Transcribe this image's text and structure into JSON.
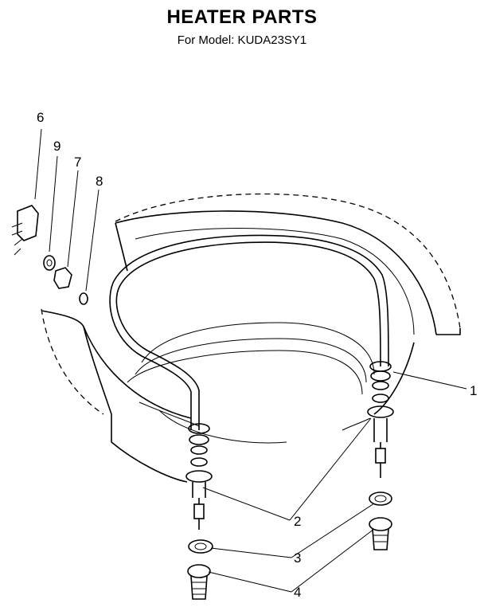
{
  "header": {
    "title": "HEATER PARTS",
    "subtitle": "For Model: KUDA23SY1"
  },
  "callouts": {
    "c1": "1",
    "c2": "2",
    "c3": "3",
    "c4": "4",
    "c6": "6",
    "c7": "7",
    "c8": "8",
    "c9": "9"
  }
}
